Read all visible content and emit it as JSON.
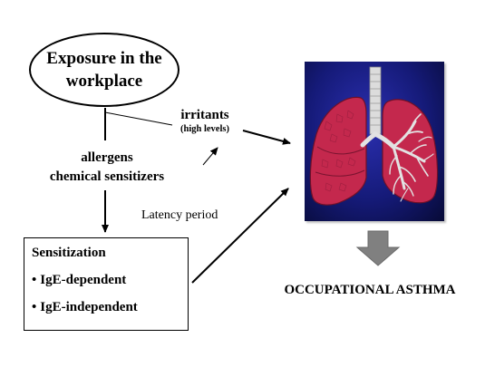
{
  "exposure": {
    "line1": "Exposure in the",
    "line2": "workplace"
  },
  "agents": {
    "line1": "allergens",
    "line2": "chemical sensitizers"
  },
  "irritants": {
    "label": "irritants",
    "note": "(high levels)"
  },
  "latency": {
    "label": "Latency period"
  },
  "sensitization": {
    "title": "Sensitization",
    "items": [
      "IgE-dependent",
      "IgE-independent"
    ]
  },
  "outcome": {
    "label": "OCCUPATIONAL ASTHMA"
  },
  "illustration": {
    "icon": "lungs-icon"
  },
  "colors": {
    "panel_background": "#151a78",
    "lung": "#c4284d",
    "airway": "#dcdcdc",
    "down_arrow": "#808080"
  }
}
